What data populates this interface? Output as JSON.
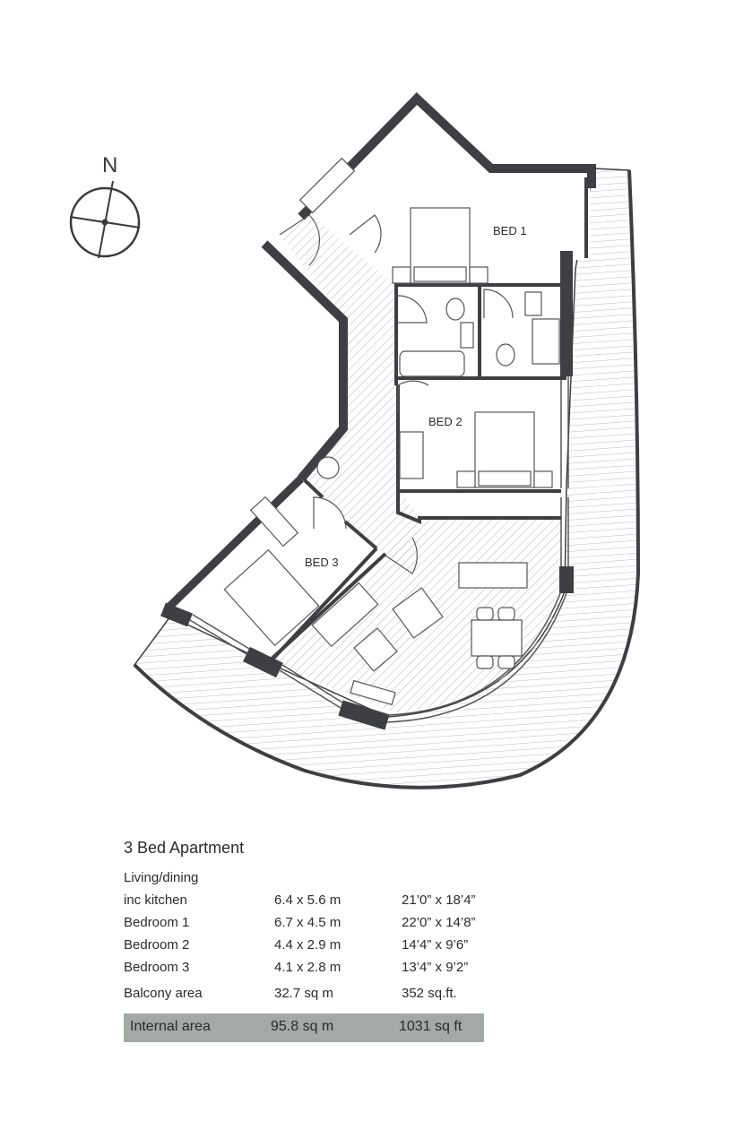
{
  "compass": {
    "label": "N"
  },
  "rooms": {
    "bed1": "BED 1",
    "bed2": "BED 2",
    "bed3": "BED 3"
  },
  "schedule": {
    "title": "3 Bed Apartment",
    "rows": [
      {
        "name": "Living/dining",
        "metric": "",
        "imperial": ""
      },
      {
        "name": "inc kitchen",
        "metric": "6.4 x 5.6 m",
        "imperial": "21’0” x 18’4”"
      },
      {
        "name": "Bedroom 1",
        "metric": "6.7 x 4.5 m",
        "imperial": "22’0” x 14’8”"
      },
      {
        "name": "Bedroom 2",
        "metric": "4.4 x 2.9 m",
        "imperial": "14’4” x 9’6”"
      },
      {
        "name": "Bedroom 3",
        "metric": "4.1 x 2.8 m",
        "imperial": "13’4” x 9’2”"
      }
    ],
    "balcony": {
      "name": "Balcony area",
      "metric": "32.7 sq m",
      "imperial": "352 sq.ft."
    },
    "internal": {
      "name": "Internal area",
      "metric": "95.8 sq m",
      "imperial": "1031 sq ft"
    }
  },
  "colors": {
    "wall": "#3d3f42",
    "highlight": "#a3a9a4",
    "line": "#6a6a6a"
  }
}
